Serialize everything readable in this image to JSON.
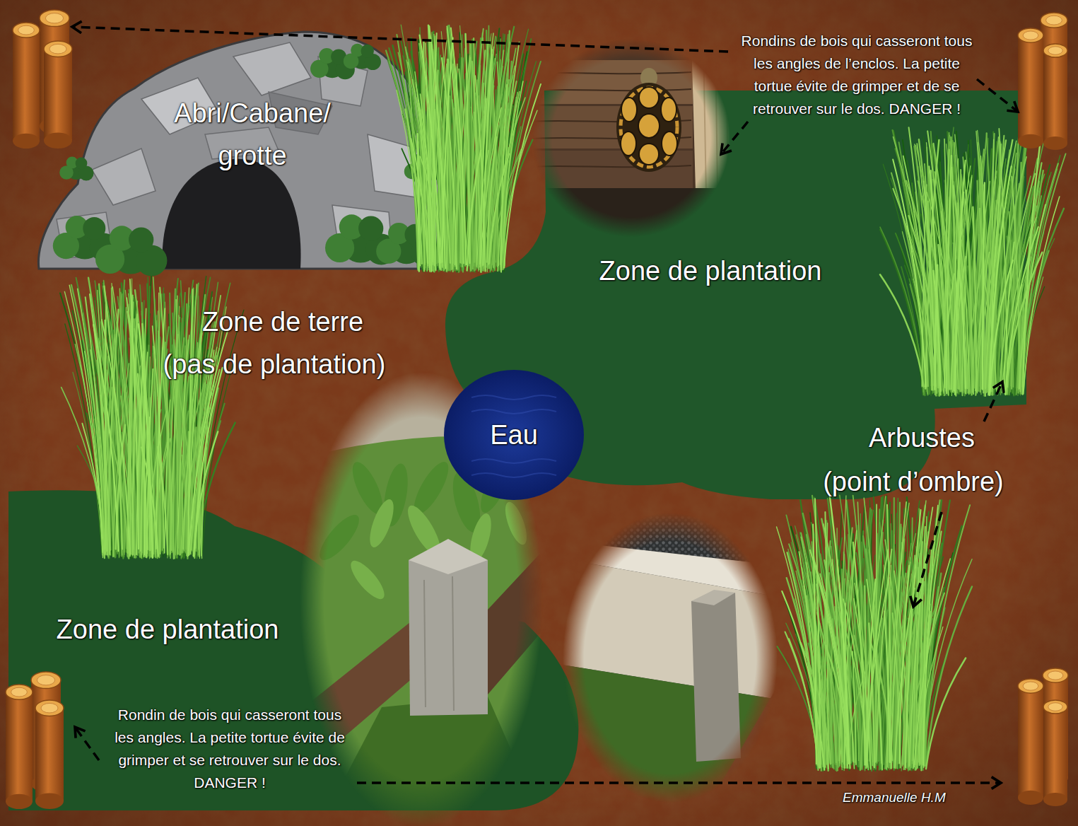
{
  "diagram": {
    "nodes": [
      {
        "text": [
          "Abri/Cabane/ grotte"
        ]
      },
      {
        "text": [
          "Zone de plantation"
        ]
      },
      {
        "text": [
          "Eau"
        ]
      },
      {
        "text": [
          "Zone de plantation"
        ]
      }
    ],
    "labels": [
      "Rondins de bois qui casseront tous les angles de l’enclos. La petite tortue évite de grimper et de se retrouver sur le dos. DANGER !",
      "Zone de terre (pas de plantation)",
      "Arbustes (point d’ombre)",
      "Rondin de bois qui casseront tous les angles. La petite tortue évite de grimper et se retrouver sur le dos. DANGER !",
      "Emmanuelle H.M"
    ]
  }
}
